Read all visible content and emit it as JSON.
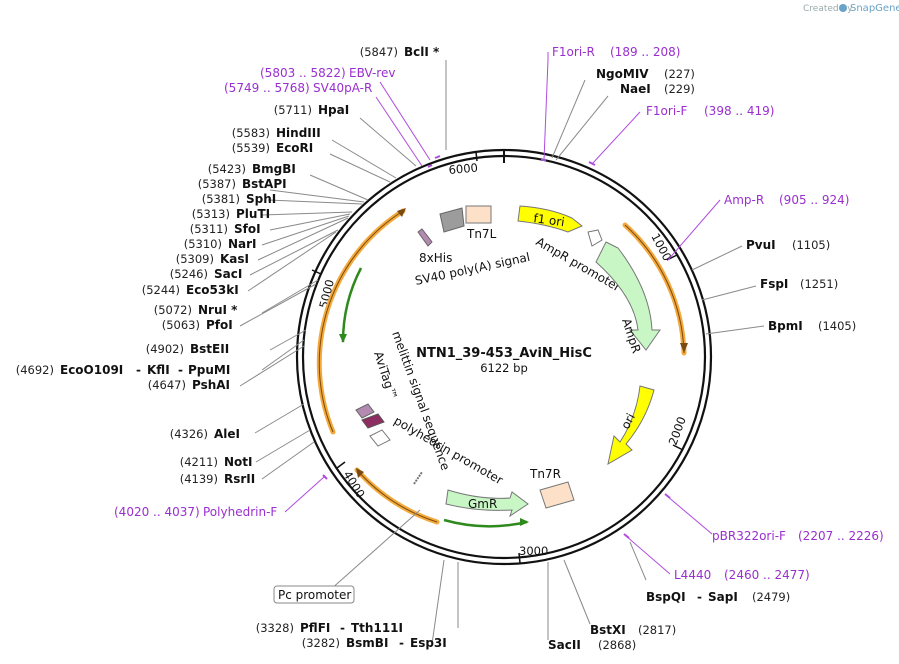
{
  "branding": {
    "created_by": "Created by",
    "app": "SnapGene"
  },
  "plasmid": {
    "name": "NTN1_39-453_AviN_HisC",
    "length": "6122 bp"
  },
  "ticks": [
    "1000",
    "2000",
    "3000",
    "4000",
    "5000",
    "6000"
  ],
  "enzymes_left": [
    {
      "pos": "(5847)",
      "name": "BclI *"
    },
    {
      "pos": "(5711)",
      "name": "HpaI"
    },
    {
      "pos": "(5583)",
      "name": "HindIII"
    },
    {
      "pos": "(5539)",
      "name": "EcoRI"
    },
    {
      "pos": "(5423)",
      "name": "BmgBI"
    },
    {
      "pos": "(5387)",
      "name": "BstAPI"
    },
    {
      "pos": "(5381)",
      "name": "SphI"
    },
    {
      "pos": "(5313)",
      "name": "PluTI"
    },
    {
      "pos": "(5311)",
      "name": "SfoI"
    },
    {
      "pos": "(5310)",
      "name": "NarI"
    },
    {
      "pos": "(5309)",
      "name": "KasI"
    },
    {
      "pos": "(5246)",
      "name": "SacI"
    },
    {
      "pos": "(5244)",
      "name": "Eco53kI"
    },
    {
      "pos": "(5072)",
      "name": "NruI *"
    },
    {
      "pos": "(5063)",
      "name": "PfoI"
    },
    {
      "pos": "(4902)",
      "name": "BstEII"
    },
    {
      "pos": "(4692)",
      "name": "EcoO109I",
      "name2": "KflI",
      "name3": "PpuMI"
    },
    {
      "pos": "(4647)",
      "name": "PshAI"
    },
    {
      "pos": "(4326)",
      "name": "AleI"
    },
    {
      "pos": "(4211)",
      "name": "NotI"
    },
    {
      "pos": "(4139)",
      "name": "RsrII"
    }
  ],
  "enzymes_right": [
    {
      "name": "NgoMIV",
      "pos": "(227)"
    },
    {
      "name": "NaeI",
      "pos": "(229)"
    },
    {
      "name": "PvuI",
      "pos": "(1105)"
    },
    {
      "name": "FspI",
      "pos": "(1251)"
    },
    {
      "name": "BpmI",
      "pos": "(1405)"
    },
    {
      "name": "BspQI",
      "name2": "SapI",
      "pos": "(2479)"
    },
    {
      "name": "BstXI",
      "pos": "(2817)"
    },
    {
      "name": "SacII",
      "pos": "(2868)"
    }
  ],
  "enzymes_bottom": [
    {
      "pos": "(3328)",
      "name": "PflFI",
      "name2": "Tth111I"
    },
    {
      "pos": "(3282)",
      "name": "BsmBI",
      "name2": "Esp3I"
    }
  ],
  "primers": [
    {
      "name": "F1ori-R",
      "range": "(189 .. 208)"
    },
    {
      "name": "F1ori-F",
      "range": "(398 .. 419)"
    },
    {
      "name": "Amp-R",
      "range": "(905 .. 924)"
    },
    {
      "name": "pBR322ori-F",
      "range": "(2207 .. 2226)"
    },
    {
      "name": "L4440",
      "range": "(2460 .. 2477)"
    },
    {
      "name": "Polyhedrin-F",
      "range": "(4020 .. 4037)"
    },
    {
      "name": "EBV-rev",
      "range": "(5803 .. 5822)"
    },
    {
      "name": "SV40pA-R",
      "range": "(5749 .. 5768)"
    }
  ],
  "features": {
    "f1_ori": "f1 ori",
    "ampr_promoter": "AmpR promoter",
    "ampr": "AmpR",
    "ori": "ori",
    "tn7r": "Tn7R",
    "gmr": "GmR",
    "tn7l": "Tn7L",
    "his": "8xHis",
    "sv40": "SV40 poly(A) signal",
    "melittin": "melittin signal sequence",
    "avitag": "AviTag™",
    "polyhedrin": "polyhedrin promoter",
    "pc_promoter": "Pc promoter"
  },
  "colors": {
    "backbone": "#111111",
    "primer": "#b04be0",
    "f1ori": "#ffff00",
    "ampr": "#c8f7c5",
    "orf": "#f3a93b",
    "tn7": "#fde0c8",
    "gray": "#9c9c9c",
    "his": "#b58ab0",
    "avitag": "#8e2d62"
  }
}
